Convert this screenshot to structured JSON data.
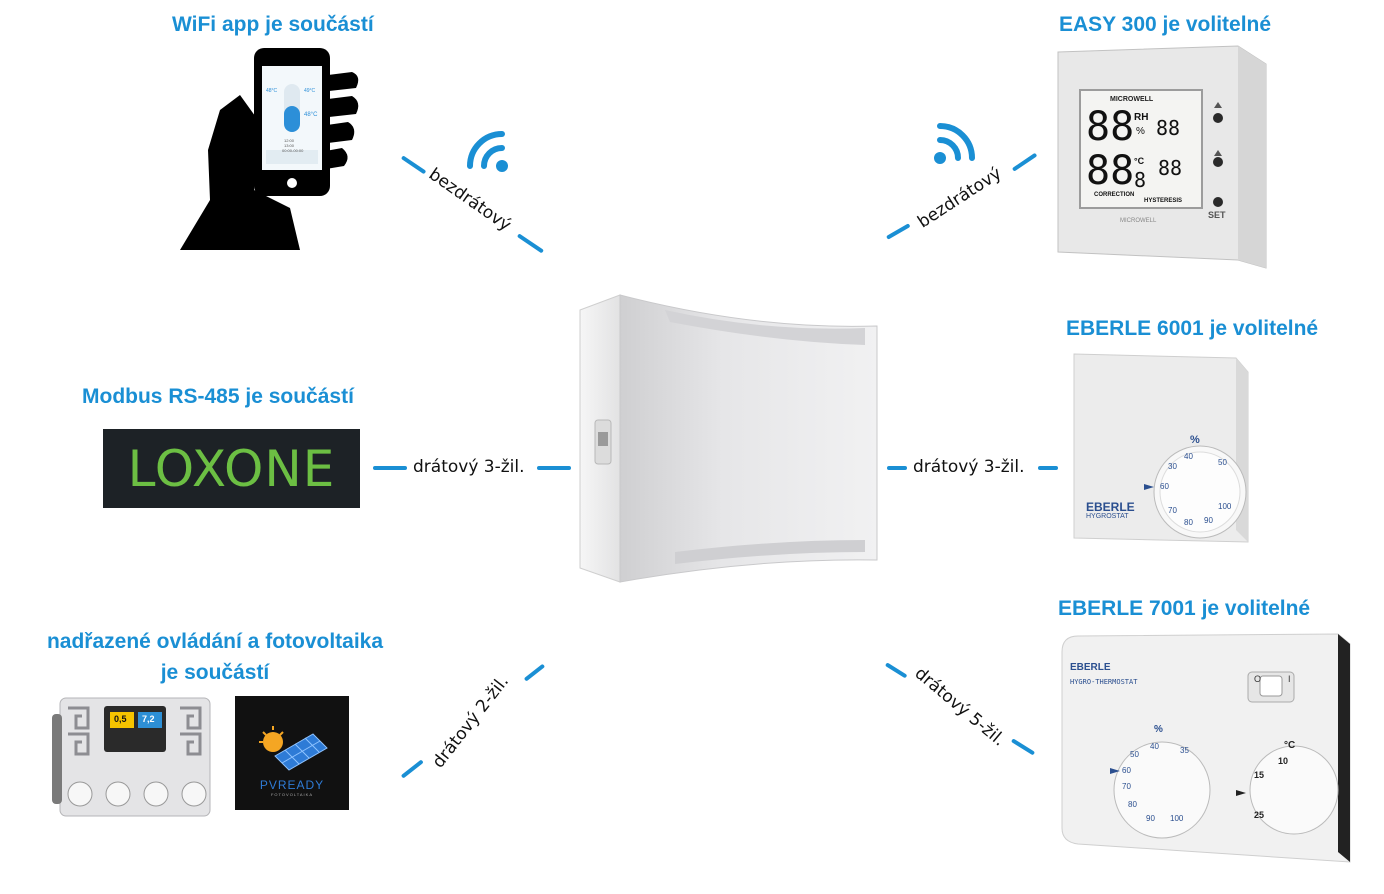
{
  "titles": {
    "wifi_app": "WiFi app je součástí",
    "easy300": "EASY 300 je volitelné",
    "modbus": "Modbus RS-485 je součástí",
    "eberle6001": "EBERLE 6001 je volitelné",
    "nadrazene_line1": "nadřazené ovládání a fotovoltaika",
    "nadrazene_line2": "je součástí",
    "eberle7001": "EBERLE 7001 je volitelné"
  },
  "connections": {
    "phone": "bezdrátový",
    "easy300": "bezdrátový",
    "loxone": "drátový 3-žil.",
    "eberle6001": "drátový 3-žil.",
    "pool": "drátový 2-žil.",
    "eberle7001": "drátový 5-žil."
  },
  "logos": {
    "loxone": "LOXONE",
    "pvready": "PVREADY",
    "pvready_sub": "FOTOVOLTAIKA",
    "eberle": "EBERLE",
    "hygrostat": "HYGROSTAT",
    "hygro_thermostat": "HYGRO-THERMOSTAT",
    "microwell": "MICROWELL"
  },
  "phone_screen": {
    "temp": "48°C",
    "left_temp": "48°C",
    "right_temp": "49°C",
    "time1": "12:00",
    "time2": "13:00",
    "time3": "00:00-00:00"
  },
  "easy300_display": {
    "rh_big": "88",
    "rh_unit": "RH",
    "pct": "%",
    "rh_small": "88",
    "temp_big": "88",
    "temp_dec": "8",
    "temp_unit": "°C",
    "temp_small": "88",
    "correction": "CORRECTION",
    "hysteresis": "HYSTERESIS",
    "set": "SET"
  },
  "eberle6001_dial": {
    "unit": "%",
    "ticks": [
      "30",
      "40",
      "50",
      "60",
      "70",
      "80",
      "90",
      "100"
    ]
  },
  "eberle7001_dials": {
    "hum_unit": "%",
    "hum_ticks": [
      "40",
      "35",
      "50",
      "60",
      "70",
      "80",
      "90",
      "100"
    ],
    "temp_unit": "°C",
    "temp_ticks": [
      "10",
      "15",
      "25"
    ],
    "switch_off": "O",
    "switch_on": "I"
  },
  "pool_display": {
    "val1": "0,5",
    "val2": "7,2"
  }
}
